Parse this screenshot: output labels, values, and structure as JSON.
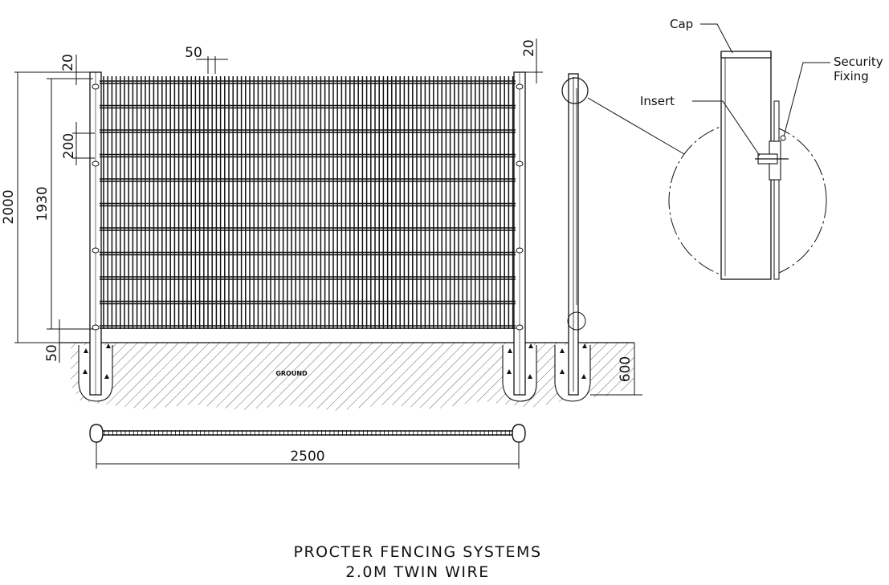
{
  "dimensions": {
    "top_offset_left": "20",
    "top_offset_right": "20",
    "bar_spacing": "50",
    "wire_spacing": "200",
    "total_height": "2000",
    "panel_height": "1930",
    "ground_gap": "50",
    "foot_depth": "600",
    "panel_width": "2500"
  },
  "callouts": {
    "cap": "Cap",
    "security_line1": "Security",
    "security_line2": "Fixing",
    "insert": "Insert"
  },
  "ground_label": "GROUND",
  "title": {
    "line1": "PROCTER FENCING SYSTEMS",
    "line2": "2.0M TWIN WIRE"
  }
}
